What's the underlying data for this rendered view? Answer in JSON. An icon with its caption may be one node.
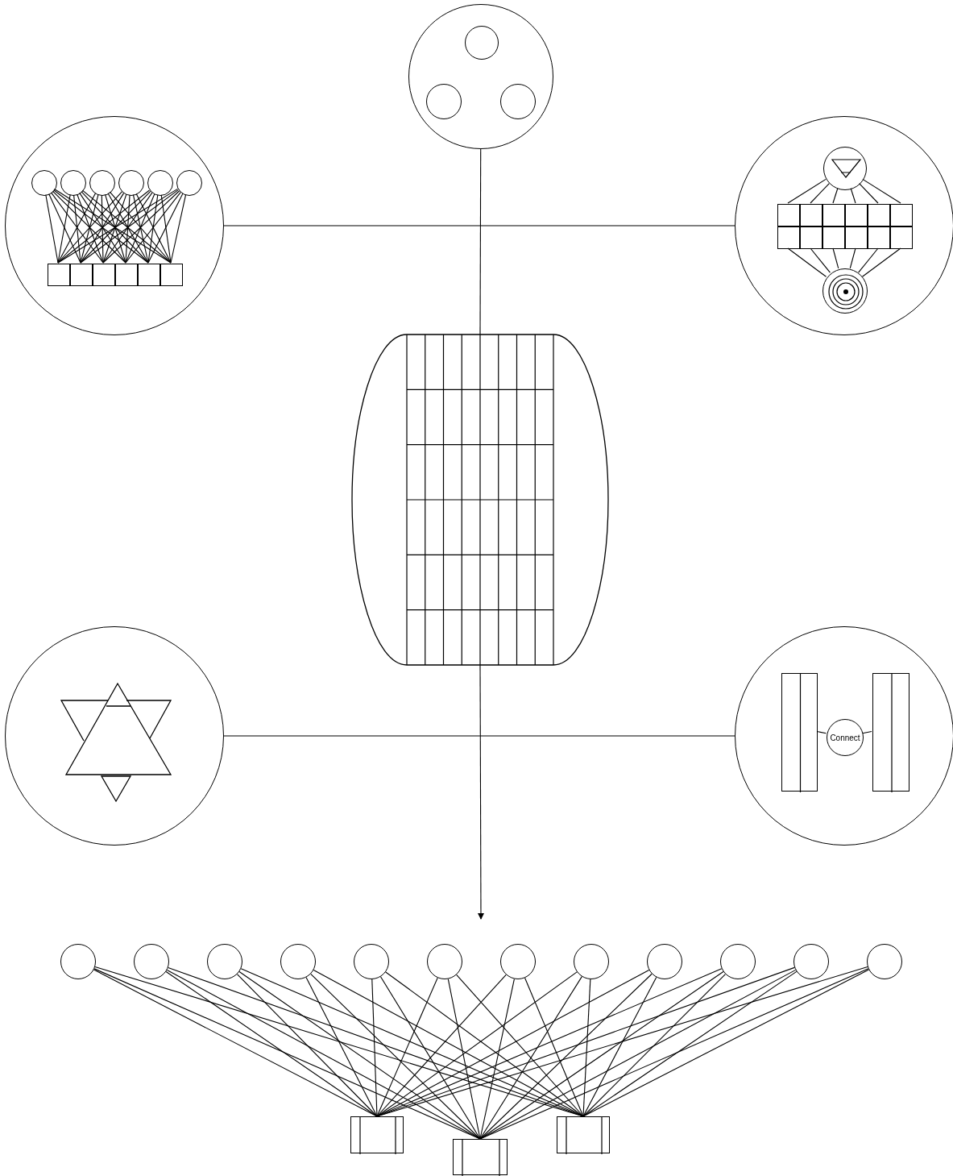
{
  "diagram": {
    "nodes": [
      {
        "text": [],
        "shape": "circle"
      },
      {
        "text": [],
        "shape": "circle",
        "in": 0
      },
      {
        "text": [],
        "shape": "circle",
        "in": 0
      },
      {
        "text": [],
        "shape": "circle",
        "in": 0
      },
      {
        "text": [],
        "shape": "circle"
      },
      {
        "text": [],
        "shape": "circle",
        "in": 4
      },
      {
        "text": [],
        "shape": "circle",
        "in": 4
      },
      {
        "text": [],
        "shape": "circle",
        "in": 4
      },
      {
        "text": [],
        "shape": "circle",
        "in": 4
      },
      {
        "text": [],
        "shape": "circle",
        "in": 4
      },
      {
        "text": [],
        "shape": "circle",
        "in": 4
      },
      {
        "text": [],
        "shape": "box",
        "in": 4
      },
      {
        "text": [],
        "shape": "box",
        "in": 4
      },
      {
        "text": [],
        "shape": "box",
        "in": 4
      },
      {
        "text": [],
        "shape": "box",
        "in": 4
      },
      {
        "text": [],
        "shape": "box",
        "in": 4
      },
      {
        "text": [],
        "shape": "box",
        "in": 4
      },
      {
        "text": [],
        "shape": "circle"
      },
      {
        "text": [],
        "shape": "circle",
        "in": 17
      },
      {
        "text": [],
        "shape": "box",
        "in": 17
      },
      {
        "text": [],
        "shape": "box",
        "in": 17
      },
      {
        "text": [],
        "shape": "box",
        "in": 17
      },
      {
        "text": [],
        "shape": "box",
        "in": 17
      },
      {
        "text": [],
        "shape": "box",
        "in": 17
      },
      {
        "text": [],
        "shape": "box",
        "in": 17
      },
      {
        "text": [],
        "shape": "box",
        "in": 17
      },
      {
        "text": [],
        "shape": "box",
        "in": 17
      },
      {
        "text": [],
        "shape": "box",
        "in": 17
      },
      {
        "text": [],
        "shape": "box",
        "in": 17
      },
      {
        "text": [],
        "shape": "box",
        "in": 17
      },
      {
        "text": [],
        "shape": "box",
        "in": 17
      },
      {
        "text": [],
        "shape": "circle",
        "in": 17
      },
      {
        "text": [],
        "shape": "barrel"
      },
      {
        "text": [],
        "shape": "circle"
      },
      {
        "text": [],
        "shape": "circle"
      },
      {
        "text": [],
        "shape": "bar",
        "in": 34
      },
      {
        "text": [
          "Connect"
        ],
        "in": 34
      },
      {
        "text": [],
        "shape": "bar",
        "in": 34
      },
      {
        "text": [],
        "shape": "circle"
      },
      {
        "text": [],
        "shape": "circle"
      },
      {
        "text": [],
        "shape": "circle"
      },
      {
        "text": [],
        "shape": "circle"
      },
      {
        "text": [],
        "shape": "circle"
      },
      {
        "text": [],
        "shape": "circle"
      },
      {
        "text": [],
        "shape": "circle"
      },
      {
        "text": [],
        "shape": "circle"
      },
      {
        "text": [],
        "shape": "circle"
      },
      {
        "text": [],
        "shape": "circle"
      },
      {
        "text": [],
        "shape": "circle"
      },
      {
        "text": [],
        "shape": "circle"
      },
      {
        "text": [],
        "shape": "box"
      },
      {
        "text": [],
        "shape": "box"
      },
      {
        "text": [],
        "shape": "box"
      }
    ],
    "edges": [
      {
        "from": 0,
        "to": 32,
        "arrow": "none"
      },
      {
        "from": 4,
        "to": 17,
        "arrow": "none"
      },
      {
        "from": 32,
        "to": null,
        "arrow": "to"
      },
      {
        "from": 33,
        "to": 34,
        "arrow": "none"
      },
      {
        "from": 5,
        "to": 11,
        "arrow": "none"
      },
      {
        "from": 5,
        "to": 12,
        "arrow": "none"
      },
      {
        "from": 5,
        "to": 13,
        "arrow": "none"
      },
      {
        "from": 5,
        "to": 14,
        "arrow": "none"
      },
      {
        "from": 5,
        "to": 15,
        "arrow": "none"
      },
      {
        "from": 5,
        "to": 16,
        "arrow": "none"
      },
      {
        "from": 6,
        "to": 11,
        "arrow": "none"
      },
      {
        "from": 6,
        "to": 12,
        "arrow": "none"
      },
      {
        "from": 6,
        "to": 13,
        "arrow": "none"
      },
      {
        "from": 6,
        "to": 14,
        "arrow": "none"
      },
      {
        "from": 6,
        "to": 15,
        "arrow": "none"
      },
      {
        "from": 6,
        "to": 16,
        "arrow": "none"
      },
      {
        "from": 7,
        "to": 11,
        "arrow": "none"
      },
      {
        "from": 7,
        "to": 12,
        "arrow": "none"
      },
      {
        "from": 7,
        "to": 13,
        "arrow": "none"
      },
      {
        "from": 7,
        "to": 14,
        "arrow": "none"
      },
      {
        "from": 7,
        "to": 15,
        "arrow": "none"
      },
      {
        "from": 7,
        "to": 16,
        "arrow": "none"
      },
      {
        "from": 8,
        "to": 11,
        "arrow": "none"
      },
      {
        "from": 8,
        "to": 12,
        "arrow": "none"
      },
      {
        "from": 8,
        "to": 13,
        "arrow": "none"
      },
      {
        "from": 8,
        "to": 14,
        "arrow": "none"
      },
      {
        "from": 8,
        "to": 15,
        "arrow": "none"
      },
      {
        "from": 8,
        "to": 16,
        "arrow": "none"
      },
      {
        "from": 9,
        "to": 11,
        "arrow": "none"
      },
      {
        "from": 9,
        "to": 12,
        "arrow": "none"
      },
      {
        "from": 9,
        "to": 13,
        "arrow": "none"
      },
      {
        "from": 9,
        "to": 14,
        "arrow": "none"
      },
      {
        "from": 9,
        "to": 15,
        "arrow": "none"
      },
      {
        "from": 9,
        "to": 16,
        "arrow": "none"
      },
      {
        "from": 10,
        "to": 11,
        "arrow": "none"
      },
      {
        "from": 10,
        "to": 12,
        "arrow": "none"
      },
      {
        "from": 10,
        "to": 13,
        "arrow": "none"
      },
      {
        "from": 10,
        "to": 14,
        "arrow": "none"
      },
      {
        "from": 10,
        "to": 15,
        "arrow": "none"
      },
      {
        "from": 10,
        "to": 16,
        "arrow": "none"
      },
      {
        "from": 18,
        "to": 19,
        "arrow": "none"
      },
      {
        "from": 18,
        "to": 20,
        "arrow": "none"
      },
      {
        "from": 18,
        "to": 21,
        "arrow": "none"
      },
      {
        "from": 18,
        "to": 22,
        "arrow": "none"
      },
      {
        "from": 18,
        "to": 23,
        "arrow": "none"
      },
      {
        "from": 18,
        "to": 24,
        "arrow": "none"
      },
      {
        "from": 25,
        "to": 31,
        "arrow": "none"
      },
      {
        "from": 26,
        "to": 31,
        "arrow": "none"
      },
      {
        "from": 27,
        "to": 31,
        "arrow": "none"
      },
      {
        "from": 28,
        "to": 31,
        "arrow": "none"
      },
      {
        "from": 29,
        "to": 31,
        "arrow": "none"
      },
      {
        "from": 30,
        "to": 31,
        "arrow": "none"
      },
      {
        "from": 35,
        "to": 36,
        "arrow": "none"
      },
      {
        "from": 36,
        "to": 37,
        "arrow": "none"
      },
      {
        "from": 38,
        "to": 50,
        "arrow": "none"
      },
      {
        "from": 38,
        "to": 51,
        "arrow": "none"
      },
      {
        "from": 38,
        "to": 52,
        "arrow": "none"
      },
      {
        "from": 39,
        "to": 50,
        "arrow": "none"
      },
      {
        "from": 39,
        "to": 51,
        "arrow": "none"
      },
      {
        "from": 39,
        "to": 52,
        "arrow": "none"
      },
      {
        "from": 40,
        "to": 50,
        "arrow": "none"
      },
      {
        "from": 40,
        "to": 51,
        "arrow": "none"
      },
      {
        "from": 40,
        "to": 52,
        "arrow": "none"
      },
      {
        "from": 41,
        "to": 50,
        "arrow": "none"
      },
      {
        "from": 41,
        "to": 51,
        "arrow": "none"
      },
      {
        "from": 41,
        "to": 52,
        "arrow": "none"
      },
      {
        "from": 42,
        "to": 50,
        "arrow": "none"
      },
      {
        "from": 42,
        "to": 51,
        "arrow": "none"
      },
      {
        "from": 42,
        "to": 52,
        "arrow": "none"
      },
      {
        "from": 43,
        "to": 50,
        "arrow": "none"
      },
      {
        "from": 43,
        "to": 51,
        "arrow": "none"
      },
      {
        "from": 43,
        "to": 52,
        "arrow": "none"
      },
      {
        "from": 44,
        "to": 50,
        "arrow": "none"
      },
      {
        "from": 44,
        "to": 51,
        "arrow": "none"
      },
      {
        "from": 44,
        "to": 52,
        "arrow": "none"
      },
      {
        "from": 45,
        "to": 50,
        "arrow": "none"
      },
      {
        "from": 45,
        "to": 51,
        "arrow": "none"
      },
      {
        "from": 45,
        "to": 52,
        "arrow": "none"
      },
      {
        "from": 46,
        "to": 50,
        "arrow": "none"
      },
      {
        "from": 46,
        "to": 51,
        "arrow": "none"
      },
      {
        "from": 46,
        "to": 52,
        "arrow": "none"
      },
      {
        "from": 47,
        "to": 50,
        "arrow": "none"
      },
      {
        "from": 47,
        "to": 51,
        "arrow": "none"
      },
      {
        "from": 47,
        "to": 52,
        "arrow": "none"
      },
      {
        "from": 48,
        "to": 50,
        "arrow": "none"
      },
      {
        "from": 48,
        "to": 51,
        "arrow": "none"
      },
      {
        "from": 48,
        "to": 52,
        "arrow": "none"
      },
      {
        "from": 49,
        "to": 50,
        "arrow": "none"
      },
      {
        "from": 49,
        "to": 51,
        "arrow": "none"
      },
      {
        "from": 49,
        "to": 52,
        "arrow": "none"
      }
    ]
  }
}
